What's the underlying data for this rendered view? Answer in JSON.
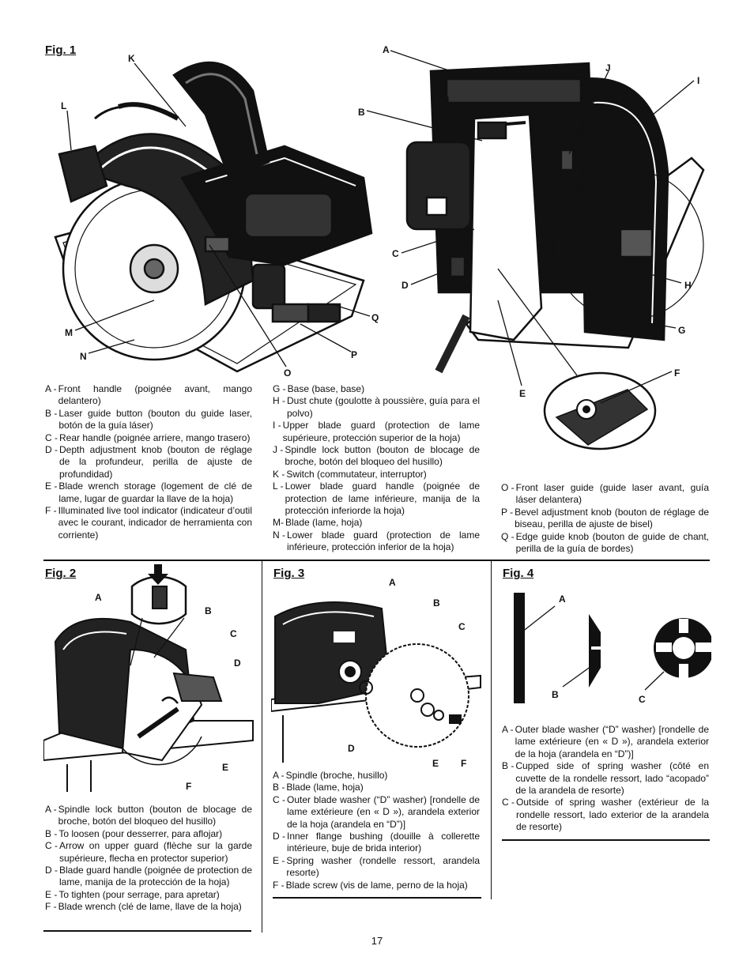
{
  "fig1": {
    "title": "Fig. 1",
    "callouts": [
      "A",
      "B",
      "C",
      "D",
      "E",
      "F",
      "G",
      "H",
      "I",
      "J",
      "K",
      "L",
      "M",
      "N",
      "O",
      "P",
      "Q",
      "I"
    ],
    "legend_col1": [
      {
        "key": "A -",
        "text": "Front handle (poignée avant, mango delantero)"
      },
      {
        "key": "B -",
        "text": "Laser guide button (bouton du guide laser, botón de la guía láser)"
      },
      {
        "key": "C -",
        "text": "Rear handle (poignée arriere, mango trasero)"
      },
      {
        "key": "D -",
        "text": "Depth adjustment knob (bouton de réglage de la profundeur, perilla de ajuste de profundidad)"
      },
      {
        "key": "E -",
        "text": "Blade wrench storage (logement de clé de lame, lugar de guardar la llave de la hoja)"
      },
      {
        "key": "F -",
        "text": "Illuminated live tool indicator (indicateur d’outil avec le courant, indicador de herramienta con corriente)"
      }
    ],
    "legend_col2": [
      {
        "key": "G -",
        "text": "Base (base, base)"
      },
      {
        "key": "H -",
        "text": "Dust chute (goulotte à poussière, guía para el polvo)"
      },
      {
        "key": "I -",
        "text": "Upper blade guard (protection de lame supérieure, protección superior de la hoja)"
      },
      {
        "key": "J -",
        "text": "Spindle lock button (bouton de blocage de broche, botón del bloqueo del husillo)"
      },
      {
        "key": "K -",
        "text": "Switch (commutateur, interruptor)"
      },
      {
        "key": "L -",
        "text": "Lower blade guard handle (poignée de protection de lame inférieure, manija de la protección inferiorde la hoja)"
      },
      {
        "key": "M-",
        "text": "Blade (lame, hoja)"
      },
      {
        "key": "N -",
        "text": "Lower blade guard (protection de lame inférieure, protección inferior de la hoja)"
      }
    ],
    "legend_col3": [
      {
        "key": "O -",
        "text": "Front laser guide (guide laser avant, guía láser delantera)"
      },
      {
        "key": "P -",
        "text": "Bevel adjustment knob (bouton de réglage de biseau, perilla de ajuste de bisel)"
      },
      {
        "key": "Q -",
        "text": "Edge guide knob (bouton de guide de chant, perilla de la guía de bordes)"
      }
    ]
  },
  "fig2": {
    "title": "Fig. 2",
    "callouts": [
      "A",
      "B",
      "C",
      "D",
      "E",
      "F"
    ],
    "legend": [
      {
        "key": "A -",
        "text": "Spindle lock button (bouton de blocage de broche, botón del bloqueo del husillo)"
      },
      {
        "key": "B -",
        "text": "To loosen (pour desserrer, para aflojar)"
      },
      {
        "key": "C -",
        "text": "Arrow on upper guard (flèche sur la garde supérieure, flecha en protector superior)"
      },
      {
        "key": "D -",
        "text": "Blade guard handle (poignée de protection de lame, manija de la protección de la hoja)"
      },
      {
        "key": "E -",
        "text": "To tighten (pour serrage, para apretar)"
      },
      {
        "key": "F -",
        "text": "Blade wrench (clé de lame, llave de la hoja)"
      }
    ]
  },
  "fig3": {
    "title": "Fig. 3",
    "callouts": [
      "A",
      "B",
      "C",
      "D",
      "E",
      "F"
    ],
    "legend": [
      {
        "key": "A -",
        "text": "Spindle (broche, husillo)"
      },
      {
        "key": "B -",
        "text": "Blade (lame, hoja)"
      },
      {
        "key": "C -",
        "text": "Outer blade washer (“D” washer) [rondelle de lame extérieure (en « D »), arandela exterior de la hoja (arandela en “D”)]"
      },
      {
        "key": "D -",
        "text": "Inner flange bushing (douille à collerette intérieure, buje de brida interior)"
      },
      {
        "key": "E -",
        "text": "Spring washer (rondelle ressort, arandela resorte)"
      },
      {
        "key": "F -",
        "text": "Blade screw (vis de lame, perno de la hoja)"
      }
    ]
  },
  "fig4": {
    "title": "Fig. 4",
    "callouts": [
      "A",
      "B",
      "C"
    ],
    "legend": [
      {
        "key": "A -",
        "text": "Outer blade washer (“D” washer) [rondelle de lame extérieure (en « D »), arandela exterior de la hoja (arandela en “D”)]"
      },
      {
        "key": "B -",
        "text": "Cupped side of spring washer (côté en cuvette de la rondelle ressort, lado “acopado” de la arandela de resorte)"
      },
      {
        "key": "C -",
        "text": "Outside of spring washer (extérieur de la rondelle ressort, lado exterior de la arandela de resorte)"
      }
    ]
  },
  "page_number": "17"
}
